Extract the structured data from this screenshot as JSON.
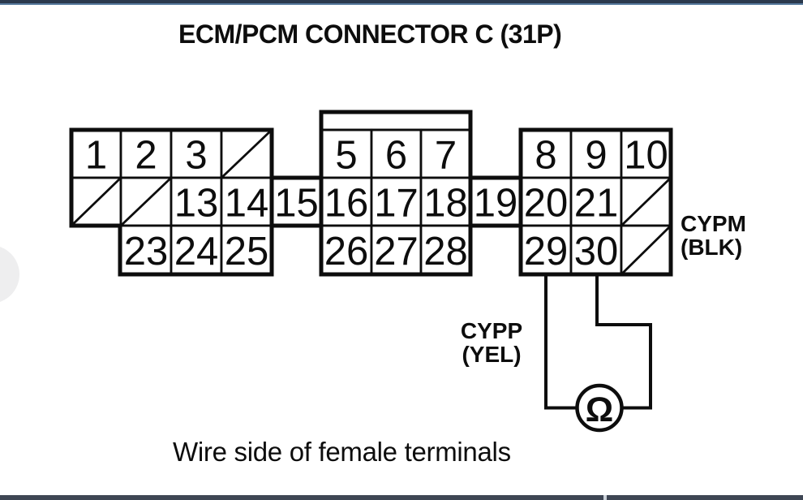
{
  "header": {
    "title": "ECM/PCM CONNECTOR C (31P)"
  },
  "connector": {
    "description": "31-pin connector pin grid, wire side of female terminals",
    "blank_marker": "/",
    "grid": [
      [
        "1",
        "2",
        "3",
        "/",
        null,
        "5",
        "6",
        "7",
        null,
        "8",
        "9",
        "10"
      ],
      [
        "/",
        "/",
        "13",
        "14",
        "15",
        "16",
        "17",
        "18",
        "19",
        "20",
        "21",
        "/"
      ],
      [
        null,
        "23",
        "24",
        "25",
        null,
        "26",
        "27",
        "28",
        null,
        "29",
        "30",
        "/"
      ]
    ],
    "probed_pins": [
      "29",
      "30"
    ]
  },
  "labels": {
    "cypm_line1": "CYPM",
    "cypm_line2": "(BLK)",
    "cypp_line1": "CYPP",
    "cypp_line2": "(YEL)"
  },
  "meter": {
    "type": "ohmmeter",
    "symbol": "Ω"
  },
  "footer_caption": "Wire side of female terminals",
  "colors": {
    "ink": "#0d0d0d",
    "background": "#ffffff",
    "top_bar": "#2b394d",
    "top_bar_edge": "#56799c",
    "bottom_bar": "#3e4654",
    "bottom_bar_divider": "#ccd2d9",
    "watermark": "#eeeeef"
  }
}
